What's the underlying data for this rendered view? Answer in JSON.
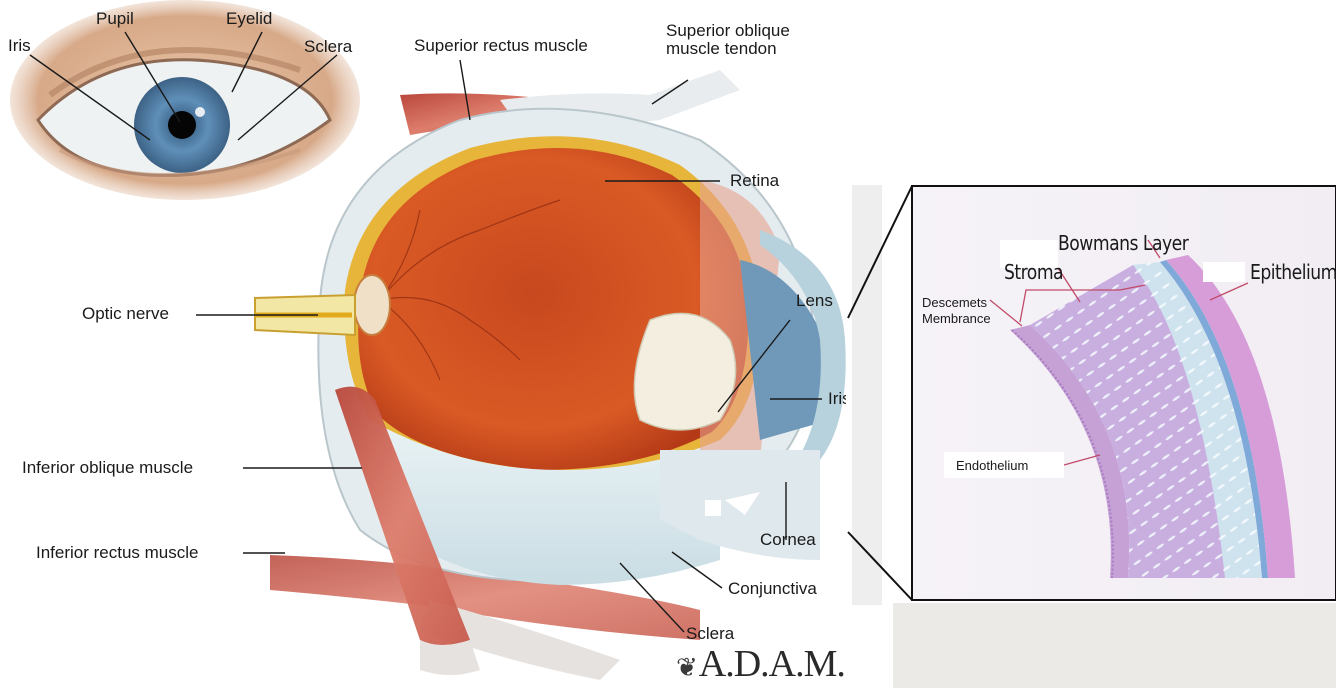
{
  "eye_labels": {
    "pupil": "Pupil",
    "eyelid": "Eyelid",
    "iris": "Iris",
    "sclera": "Sclera"
  },
  "anatomy_labels": {
    "superior_rectus": "Superior rectus muscle",
    "superior_oblique": "Superior oblique\nmuscle tendon",
    "retina": "Retina",
    "optic_nerve": "Optic nerve",
    "lens": "Lens",
    "iris": "Iris",
    "inferior_oblique": "Inferior oblique muscle",
    "cornea": "Cornea",
    "inferior_rectus": "Inferior rectus muscle",
    "conjunctiva": "Conjunctiva",
    "sclera": "Sclera"
  },
  "cornea_labels": {
    "bowmans_layer": "Bowmans Layer",
    "stroma": "Stroma",
    "epithelium": "Epithelium",
    "descemets": "Descemets\nMembrance",
    "endothelium": "Endothelium"
  },
  "logo": {
    "mark": "❦",
    "text": "A.D.A.M."
  },
  "colors": {
    "retina_red": "#d2431f",
    "muscle": "#c9584a",
    "vitreous": "#d8e8ee",
    "cornea_purple": "#c98ed0",
    "stroma_blue": "#cfe6f0",
    "iris_blue": "#5f8fb8"
  }
}
